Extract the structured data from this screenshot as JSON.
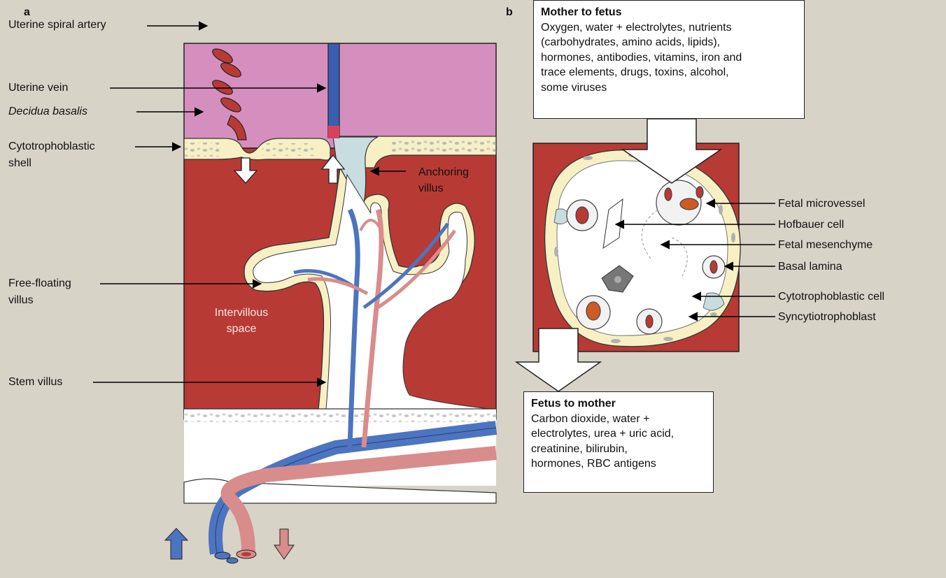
{
  "panels": {
    "a": "a",
    "b": "b"
  },
  "panel_a": {
    "labels": {
      "uterine_spiral_artery": "Uterine spiral artery",
      "uterine_vein": "Uterine vein",
      "decidua_basalis": "Decidua basalis",
      "cytotrophoblastic_shell_line1": "Cytotrophoblastic",
      "cytotrophoblastic_shell_line2": "shell",
      "free_floating_villus_line1": "Free-floating",
      "free_floating_villus_line2": "villus",
      "stem_villus": "Stem  villus",
      "anchoring_villus_line1": "Anchoring",
      "anchoring_villus_line2": "villus",
      "intervillous_space_line1": "Intervillous",
      "intervillous_space_line2": "space"
    }
  },
  "panel_b": {
    "mother_to_fetus": {
      "title": "Mother to fetus",
      "body": "Oxygen, water + electrolytes, nutrients\n(carbohydrates, amino acids, lipids),\nhormones, antibodies, vitamins, iron and\ntrace elements, drugs, toxins, alcohol,\nsome viruses"
    },
    "fetus_to_mother": {
      "title": "Fetus to mother",
      "body": "Carbon dioxide, water +\nelectrolytes, urea + uric acid,\ncreatinine, bilirubin,\nhormones, RBC antigens"
    },
    "labels": {
      "fetal_microvessel": "Fetal  microvessel",
      "hofbauer_cell": "Hofbauer cell",
      "fetal_mesenchyme": "Fetal mesenchyme",
      "basal_lamina": "Basal lamina",
      "cytotrophoblastic_cell": "Cytotrophoblastic cell",
      "syncytiotrophoblast": "Syncytiotrophoblast"
    }
  },
  "colors": {
    "background": "#d8d3c7",
    "decidua": "#d58fbe",
    "maternal_blood": "#b83a35",
    "trophoblast": "#f7f0c4",
    "artery": "#d98c8c",
    "vein": "#4d74c0",
    "stroma": "#ffffff",
    "anchoring_core": "#c7dde0"
  }
}
